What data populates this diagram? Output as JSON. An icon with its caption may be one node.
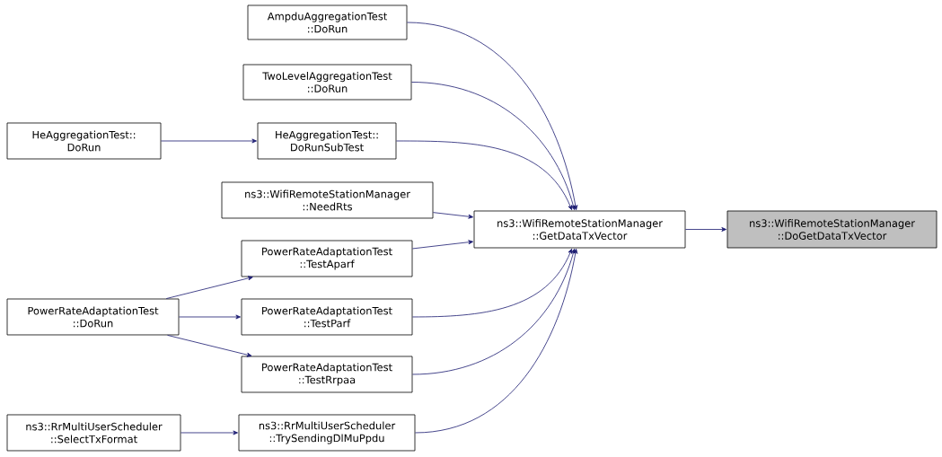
{
  "diagram": {
    "nodes": [
      {
        "text": [
          "ns3::WifiRemoteStationManager ::DoGetDataTxVector"
        ]
      },
      {
        "text": [
          "ns3::WifiRemoteStationManager ::GetDataTxVector"
        ]
      },
      {
        "text": [
          "AmpduAggregationTest ::DoRun"
        ]
      },
      {
        "text": [
          "TwoLevelAggregationTest ::DoRun"
        ]
      },
      {
        "text": [
          "HeAggregationTest:: DoRunSubTest"
        ]
      },
      {
        "text": [
          "HeAggregationTest:: DoRun"
        ]
      },
      {
        "text": [
          "ns3::WifiRemoteStationManager ::NeedRts"
        ]
      },
      {
        "text": [
          "PowerRateAdaptationTest ::TestAparf"
        ]
      },
      {
        "text": [
          "PowerRateAdaptationTest ::DoRun"
        ]
      },
      {
        "text": [
          "PowerRateAdaptationTest ::TestParf"
        ]
      },
      {
        "text": [
          "PowerRateAdaptationTest ::TestRrpaa"
        ]
      },
      {
        "text": [
          "ns3::RrMultiUserScheduler ::TrySendingDlMuPpdu"
        ]
      },
      {
        "text": [
          "ns3::RrMultiUserScheduler ::SelectTxFormat"
        ]
      }
    ],
    "edges": [
      {
        "from": 1,
        "to": 0,
        "arrow": "to"
      },
      {
        "from": 2,
        "to": 1,
        "arrow": "to"
      },
      {
        "from": 3,
        "to": 1,
        "arrow": "to"
      },
      {
        "from": 4,
        "to": 1,
        "arrow": "to"
      },
      {
        "from": 5,
        "to": 4,
        "arrow": "to"
      },
      {
        "from": 6,
        "to": 1,
        "arrow": "to"
      },
      {
        "from": 7,
        "to": 1,
        "arrow": "to"
      },
      {
        "from": 8,
        "to": 7,
        "arrow": "to"
      },
      {
        "from": 8,
        "to": 9,
        "arrow": "to"
      },
      {
        "from": 8,
        "to": 10,
        "arrow": "to"
      },
      {
        "from": 9,
        "to": 1,
        "arrow": "to"
      },
      {
        "from": 10,
        "to": 1,
        "arrow": "to"
      },
      {
        "from": 11,
        "to": 1,
        "arrow": "to"
      },
      {
        "from": 12,
        "to": 11,
        "arrow": "to"
      }
    ]
  }
}
